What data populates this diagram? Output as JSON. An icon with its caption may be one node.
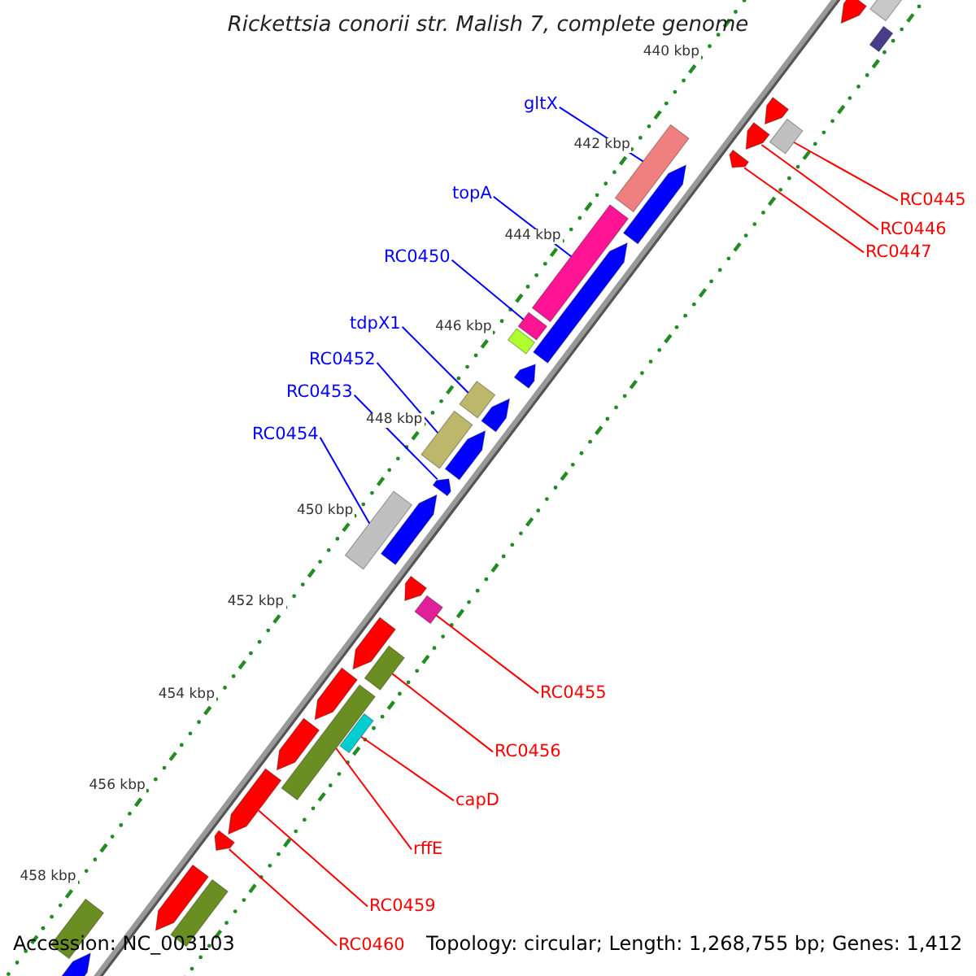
{
  "diagram": {
    "title": "Rickettsia conorii str. Malish 7, complete genome",
    "nodes": [
      {
        "text": [
          "gltX"
        ]
      },
      {
        "text": [
          "topA"
        ]
      },
      {
        "text": [
          "RC0445"
        ]
      },
      {
        "text": [
          "RC0446"
        ]
      },
      {
        "text": [
          "RC0447"
        ]
      },
      {
        "text": [
          "RC0450"
        ]
      },
      {
        "text": [
          "tdpX1"
        ]
      },
      {
        "text": [
          "RC0452"
        ]
      },
      {
        "text": [
          "RC0453"
        ]
      },
      {
        "text": [
          "RC0454"
        ]
      },
      {
        "text": [
          "RC0455"
        ]
      },
      {
        "text": [
          "RC0456"
        ]
      },
      {
        "text": [
          "capD"
        ]
      },
      {
        "text": [
          "rffE"
        ]
      },
      {
        "text": [
          "RC0459"
        ]
      },
      {
        "text": [
          "RC0460"
        ]
      },
      {
        "text": [],
        "shape": "bar"
      },
      {
        "text": [],
        "shape": "pentagon"
      },
      {
        "text": [],
        "shape": "pentagon"
      },
      {
        "text": [],
        "shape": "bar"
      },
      {
        "text": [],
        "shape": "bar"
      },
      {
        "text": [],
        "shape": "bar"
      },
      {
        "text": [],
        "shape": "bar"
      },
      {
        "text": [],
        "shape": "bar"
      },
      {
        "text": [],
        "shape": "pentagon"
      },
      {
        "text": [],
        "shape": "bar"
      },
      {
        "text": [],
        "shape": "bar"
      },
      {
        "text": [],
        "shape": "bar"
      },
      {
        "text": [],
        "shape": "bar"
      },
      {
        "text": [],
        "shape": "bar"
      },
      {
        "text": [],
        "shape": "pentagon"
      },
      {
        "text": [],
        "shape": "pentagon"
      },
      {
        "text": [],
        "shape": "bar"
      },
      {
        "text": [],
        "shape": "pentagon"
      },
      {
        "text": [],
        "shape": "bar"
      },
      {
        "text": [],
        "shape": "pentagon"
      },
      {
        "text": [],
        "shape": "pentagon"
      },
      {
        "text": [],
        "shape": "pentagon"
      },
      {
        "text": [],
        "shape": "bar"
      },
      {
        "text": [],
        "shape": "pentagon"
      },
      {
        "text": [],
        "shape": "pentagon"
      },
      {
        "text": [],
        "shape": "pentagon"
      },
      {
        "text": [],
        "shape": "pentagon"
      },
      {
        "text": [],
        "shape": "pentagon"
      },
      {
        "text": [],
        "shape": "pentagon"
      },
      {
        "text": [],
        "shape": "pentagon"
      },
      {
        "text": [],
        "shape": "pentagon"
      },
      {
        "text": [],
        "shape": "pentagon"
      },
      {
        "text": [],
        "shape": "bar"
      },
      {
        "text": [],
        "shape": "bar"
      },
      {
        "text": [],
        "shape": "pentagon"
      }
    ],
    "edges": [
      {
        "from": 0,
        "to": 19,
        "arrow": "none",
        "color": "#0000ff"
      },
      {
        "from": 1,
        "to": 20,
        "arrow": "none",
        "color": "#0000ff"
      },
      {
        "from": 2,
        "to": 16,
        "arrow": "none"
      },
      {
        "from": 3,
        "to": 17,
        "arrow": "none"
      },
      {
        "from": 4,
        "to": 18,
        "arrow": "none"
      },
      {
        "from": 5,
        "to": 21,
        "arrow": "none",
        "color": "#0000ff"
      },
      {
        "from": 6,
        "to": 22,
        "arrow": "none",
        "color": "#0000ff"
      },
      {
        "from": 7,
        "to": 23,
        "arrow": "none",
        "color": "#0000ff"
      },
      {
        "from": 8,
        "to": 24,
        "arrow": "none",
        "color": "#0000ff"
      },
      {
        "from": 9,
        "to": 25,
        "arrow": "none",
        "color": "#0000ff"
      },
      {
        "from": 10,
        "to": 26,
        "arrow": "none"
      },
      {
        "from": 11,
        "to": 27,
        "arrow": "none"
      },
      {
        "from": 12,
        "to": 28,
        "arrow": "none"
      },
      {
        "from": 13,
        "to": 29,
        "arrow": "none"
      },
      {
        "from": 14,
        "to": 30,
        "arrow": "none"
      },
      {
        "from": 15,
        "to": 31,
        "arrow": "none"
      }
    ],
    "labels": [
      "440 kbp",
      "442 kbp",
      "444 kbp",
      "446 kbp",
      "448 kbp",
      "450 kbp",
      "452 kbp",
      "454 kbp",
      "456 kbp",
      "458 kbp",
      "Accession: NC_003103",
      "Topology: circular; Length: 1,268,755 bp; Genes: 1,412"
    ]
  }
}
